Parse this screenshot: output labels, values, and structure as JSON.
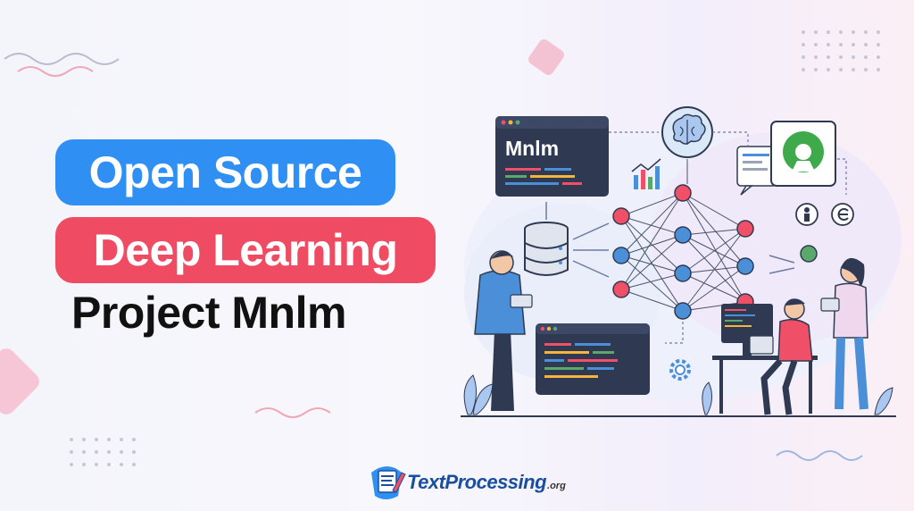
{
  "headline": {
    "line1": "Open Source",
    "line2": "Deep Learning",
    "line3": "Project Mnlm"
  },
  "illustration": {
    "window_title": "Mnlm"
  },
  "brand": {
    "name": "TextProcessing",
    "suffix": ".org"
  },
  "colors": {
    "blue_pill": "#2f8ff2",
    "red_pill": "#ef4b63",
    "navy": "#2f3a52",
    "node_red": "#ef5068",
    "node_blue": "#4a8fd8",
    "node_green": "#5aa86a"
  },
  "icons": [
    "brain-icon",
    "open-source-logo-icon",
    "database-icon",
    "chart-icon",
    "gear-icon",
    "person-icon",
    "creative-commons-icon"
  ]
}
